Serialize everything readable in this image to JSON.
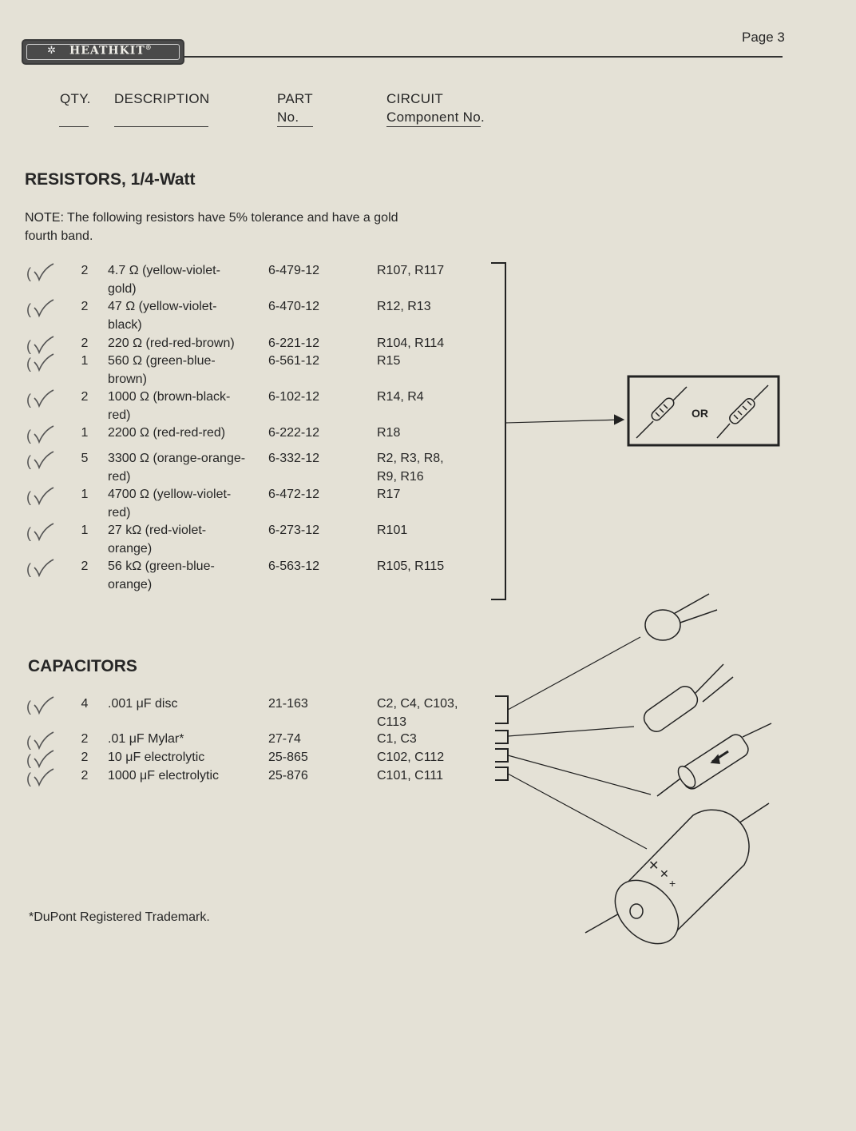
{
  "header": {
    "logo_text": "HEATHKIT",
    "logo_mark": "®",
    "page_number": "Page 3"
  },
  "columns": {
    "qty": "QTY.",
    "description": "DESCRIPTION",
    "part_line1": "PART",
    "part_line2": "No.",
    "circuit_line1": "CIRCUIT",
    "circuit_line2": "Component No."
  },
  "resistors": {
    "title": "RESISTORS, 1/4-Watt",
    "note": "NOTE: The following resistors have 5% tolerance and have a gold fourth band.",
    "items": [
      {
        "qty": "2",
        "desc": [
          "4.7 Ω (yellow-violet-",
          "gold)"
        ],
        "part": "6-479-12",
        "comp": [
          "R107, R117"
        ]
      },
      {
        "qty": "2",
        "desc": [
          "47 Ω (yellow-violet-",
          "black)"
        ],
        "part": "6-470-12",
        "comp": [
          "R12, R13"
        ]
      },
      {
        "qty": "2",
        "desc": [
          "220 Ω (red-red-brown)"
        ],
        "part": "6-221-12",
        "comp": [
          "R104, R114"
        ]
      },
      {
        "qty": "1",
        "desc": [
          "560 Ω (green-blue-",
          "brown)"
        ],
        "part": "6-561-12",
        "comp": [
          "R15"
        ]
      },
      {
        "qty": "2",
        "desc": [
          "1000 Ω (brown-black-",
          "red)"
        ],
        "part": "6-102-12",
        "comp": [
          "R14, R4"
        ]
      },
      {
        "qty": "1",
        "desc": [
          "2200 Ω (red-red-red)"
        ],
        "part": "6-222-12",
        "comp": [
          "R18"
        ]
      },
      {
        "qty": "5",
        "desc": [
          "3300 Ω (orange-orange-",
          "red)"
        ],
        "part": "6-332-12",
        "comp": [
          "R2, R3, R8,",
          "R9, R16"
        ]
      },
      {
        "qty": "1",
        "desc": [
          "4700 Ω (yellow-violet-",
          "red)"
        ],
        "part": "6-472-12",
        "comp": [
          "R17"
        ]
      },
      {
        "qty": "1",
        "desc": [
          "27 kΩ (red-violet-",
          "orange)"
        ],
        "part": "6-273-12",
        "comp": [
          "R101"
        ]
      },
      {
        "qty": "2",
        "desc": [
          "56 kΩ (green-blue-",
          "orange)"
        ],
        "part": "6-563-12",
        "comp": [
          "R105, R115"
        ]
      }
    ],
    "illustration_or": "OR"
  },
  "capacitors": {
    "title": "CAPACITORS",
    "items": [
      {
        "qty": "4",
        "desc": [
          ".001 μF disc"
        ],
        "part": "21-163",
        "comp": [
          "C2, C4, C103,",
          "C113"
        ]
      },
      {
        "qty": "2",
        "desc": [
          ".01 μF Mylar*"
        ],
        "part": "27-74",
        "comp": [
          "C1, C3"
        ]
      },
      {
        "qty": "2",
        "desc": [
          "10 μF electrolytic"
        ],
        "part": "25-865",
        "comp": [
          "C102, C112"
        ]
      },
      {
        "qty": "2",
        "desc": [
          "1000 μF electrolytic"
        ],
        "part": "25-876",
        "comp": [
          "C101, C111"
        ]
      }
    ]
  },
  "footnote": "*DuPont Registered Trademark.",
  "colors": {
    "paper": "#e4e1d6",
    "ink": "#262626"
  }
}
